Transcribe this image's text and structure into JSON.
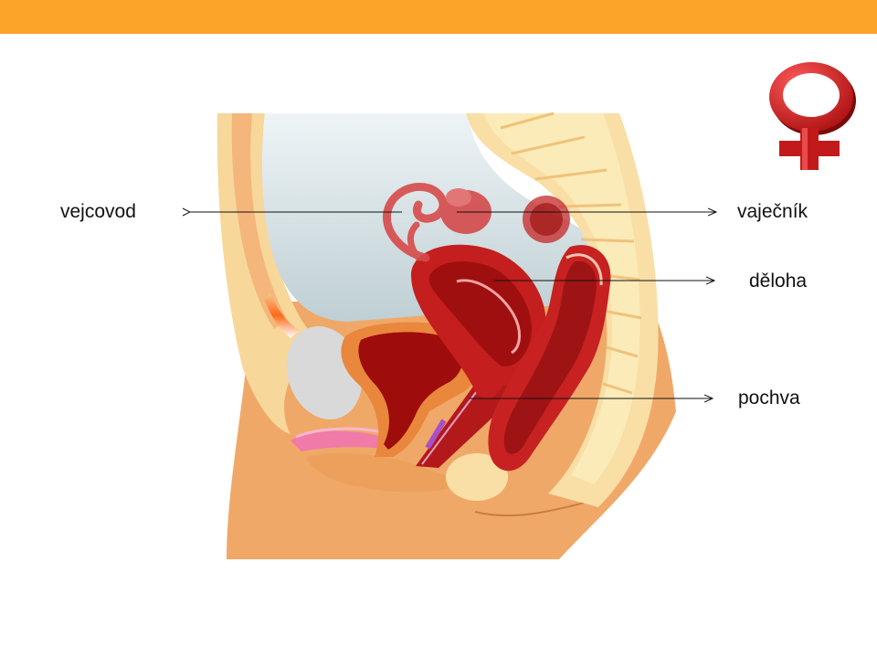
{
  "labels": {
    "oviduct": "vejcovod",
    "ovary": "vaječník",
    "uterus": "děloha",
    "vagina": "pochva"
  },
  "colors": {
    "top_bar": "#fba428",
    "female_symbol": "#d11f1f",
    "skin": "#f0a868",
    "bone": "#f7d79a",
    "organ_red": "#b01818",
    "cavity": "#cfdce0"
  },
  "icons": {
    "female_symbol": "female-symbol-icon"
  }
}
